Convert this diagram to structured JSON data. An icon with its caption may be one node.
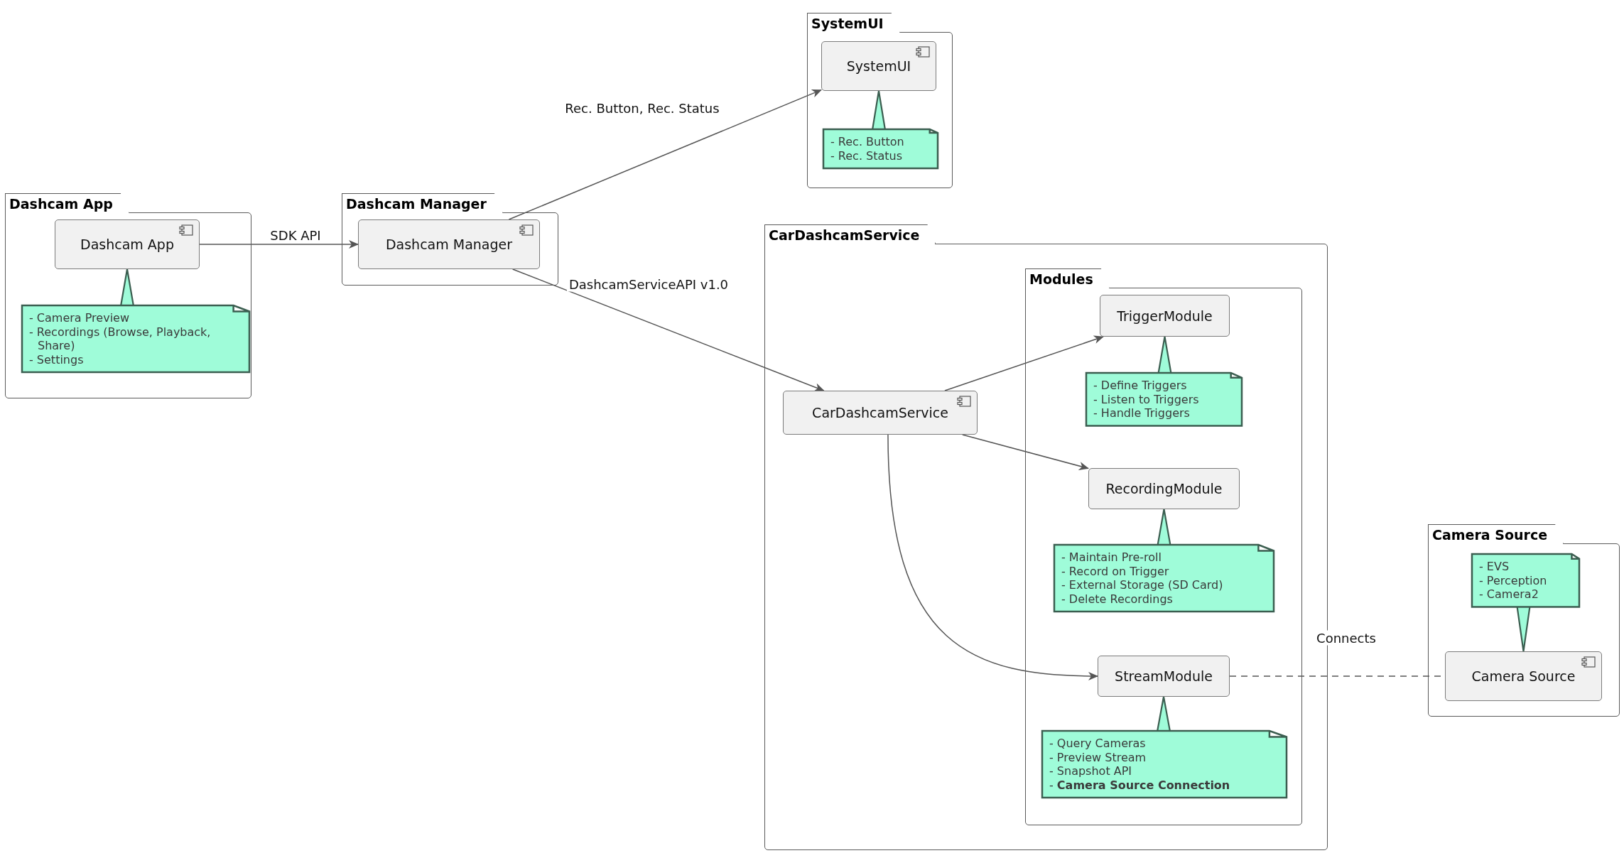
{
  "diagram": {
    "nodes": [
      {
        "text": [
          "Dashcam App"
        ]
      },
      {
        "text": [
          "Dashcam App"
        ],
        "in": 0
      },
      {
        "text": [
          "- Camera Preview",
          "- Recordings (Browse, Playback, Share)",
          "- Settings"
        ],
        "in": 0
      },
      {
        "text": [
          "Dashcam Manager"
        ]
      },
      {
        "text": [
          "Dashcam Manager"
        ],
        "in": 3
      },
      {
        "text": [
          "SystemUI"
        ]
      },
      {
        "text": [
          "SystemUI"
        ],
        "in": 5
      },
      {
        "text": [
          "- Rec. Button",
          "- Rec. Status"
        ],
        "in": 5
      },
      {
        "text": [
          "CarDashcamService"
        ]
      },
      {
        "text": [
          "CarDashcamService"
        ],
        "in": 8
      },
      {
        "text": [
          "Modules"
        ],
        "in": 8
      },
      {
        "text": [
          "TriggerModule"
        ],
        "in": 10
      },
      {
        "text": [
          "- Define Triggers",
          "- Listen to Triggers",
          "- Handle Triggers"
        ],
        "in": 10
      },
      {
        "text": [
          "RecordingModule"
        ],
        "in": 10
      },
      {
        "text": [
          "- Maintain Pre-roll",
          "- Record on Trigger",
          "- External Storage (SD Card)",
          "- Delete Recordings"
        ],
        "in": 10
      },
      {
        "text": [
          "StreamModule"
        ],
        "in": 10
      },
      {
        "text": [
          "- Query Cameras",
          "- Preview Stream",
          "- Snapshot API",
          "- **Camera Source Connection**"
        ],
        "in": 10
      },
      {
        "text": [
          "Camera Source"
        ]
      },
      {
        "text": [
          "- EVS",
          "- Perception",
          "- Camera2"
        ],
        "in": 17
      },
      {
        "text": [
          "Camera Source"
        ],
        "in": 17
      }
    ],
    "edges": [
      {
        "from": 1,
        "to": 4,
        "arrow": "to",
        "label": "SDK API"
      },
      {
        "from": 4,
        "to": 6,
        "arrow": "to",
        "label": "Rec. Button, Rec. Status"
      },
      {
        "from": 4,
        "to": 9,
        "arrow": "to",
        "label": "DashcamServiceAPI v1.0"
      },
      {
        "from": 9,
        "to": 11,
        "arrow": "to"
      },
      {
        "from": 9,
        "to": 13,
        "arrow": "to"
      },
      {
        "from": 9,
        "to": 15,
        "arrow": "to"
      },
      {
        "from": 15,
        "to": 19,
        "arrow": "none",
        "label": "Connects",
        "style": "dashed"
      },
      {
        "from": 2,
        "to": 1,
        "arrow": "none",
        "color": "#3b5e50"
      },
      {
        "from": 7,
        "to": 6,
        "arrow": "none",
        "color": "#3b5e50"
      },
      {
        "from": 12,
        "to": 11,
        "arrow": "none",
        "color": "#3b5e50"
      },
      {
        "from": 14,
        "to": 13,
        "arrow": "none",
        "color": "#3b5e50"
      },
      {
        "from": 16,
        "to": 15,
        "arrow": "none",
        "color": "#3b5e50"
      },
      {
        "from": 18,
        "to": 19,
        "arrow": "none",
        "color": "#3b5e50"
      }
    ]
  }
}
